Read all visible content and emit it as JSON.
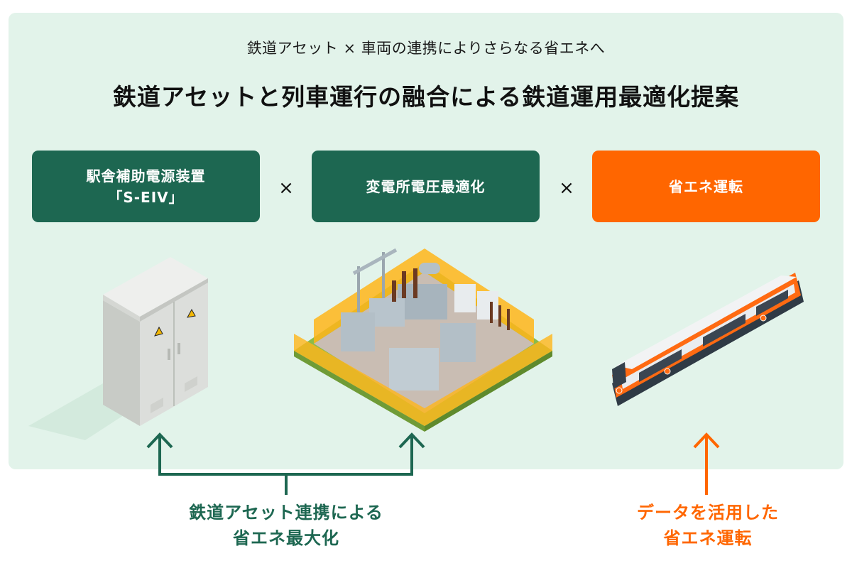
{
  "header": {
    "subtitle": "鉄道アセット × 車両の連携によりさらなる省エネへ",
    "title": "鉄道アセットと列車運行の融合による鉄道運用最適化提案"
  },
  "components": [
    {
      "label": "駅舎補助電源装置\n「S-EIV」",
      "color": "#1d6751",
      "illustration": "electrical-cabinet"
    },
    {
      "label": "変電所電圧最適化",
      "color": "#1d6751",
      "illustration": "substation"
    },
    {
      "label": "省エネ運転",
      "color": "#ff6600",
      "illustration": "train"
    }
  ],
  "separator": "×",
  "bottom_labels": {
    "asset_link": "鉄道アセット連携による\n省エネ最大化",
    "data_driving": "データを活用した\n省エネ運転"
  },
  "colors": {
    "panel_bg": "#e2f3ea",
    "green": "#1d6751",
    "orange": "#ff6600"
  }
}
